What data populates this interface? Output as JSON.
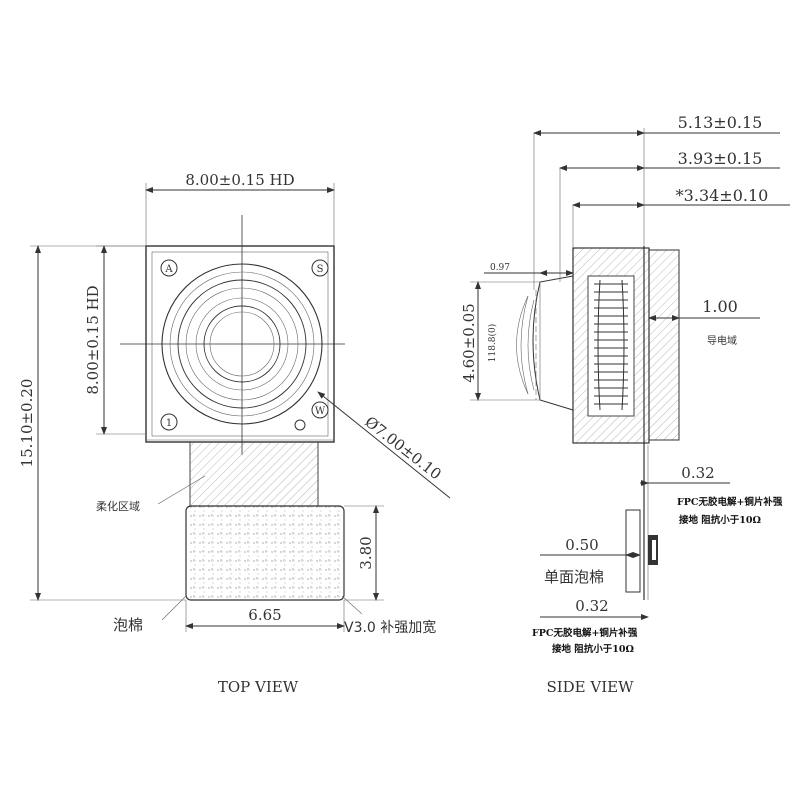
{
  "top_view": {
    "caption": "TOP VIEW",
    "dim_width_top": "8.00±0.15 HD",
    "dim_height_left": "8.00±0.15 HD",
    "dim_total_height": "15.10±0.20",
    "dim_lens_diameter": "Ø7.00±0.10",
    "dim_stiffener_height": "3.80",
    "dim_stiffener_width": "6.65",
    "marker_a": "A",
    "marker_s": "S",
    "marker_1": "1",
    "marker_w": "W",
    "label_flex_zone": "柔化区域",
    "label_foam": "泡棉",
    "label_stiffener": "V3.0 补强加宽"
  },
  "side_view": {
    "caption": "SIDE VIEW",
    "dim_total": "5.13±0.15",
    "dim_mid": "3.93±0.15",
    "dim_lens": "*3.34±0.10",
    "dim_thickness": "1.00",
    "dim_lens_height": "4.60±0.05",
    "dim_small": "0.97",
    "dim_angle": "118.8(0)",
    "label_conductive": "导电域",
    "dim_fpc_upper": "0.32",
    "note_upper_line1": "FPC无胶电解+铜片补强",
    "note_upper_line2": "接地  阻抗小于10Ω",
    "dim_foam": "0.50",
    "label_foam_single": "单面泡棉",
    "dim_fpc_lower": "0.32",
    "note_lower_line1": "FPC无胶电解+铜片补强",
    "note_lower_line2": "接地  阻抗小于10Ω"
  }
}
